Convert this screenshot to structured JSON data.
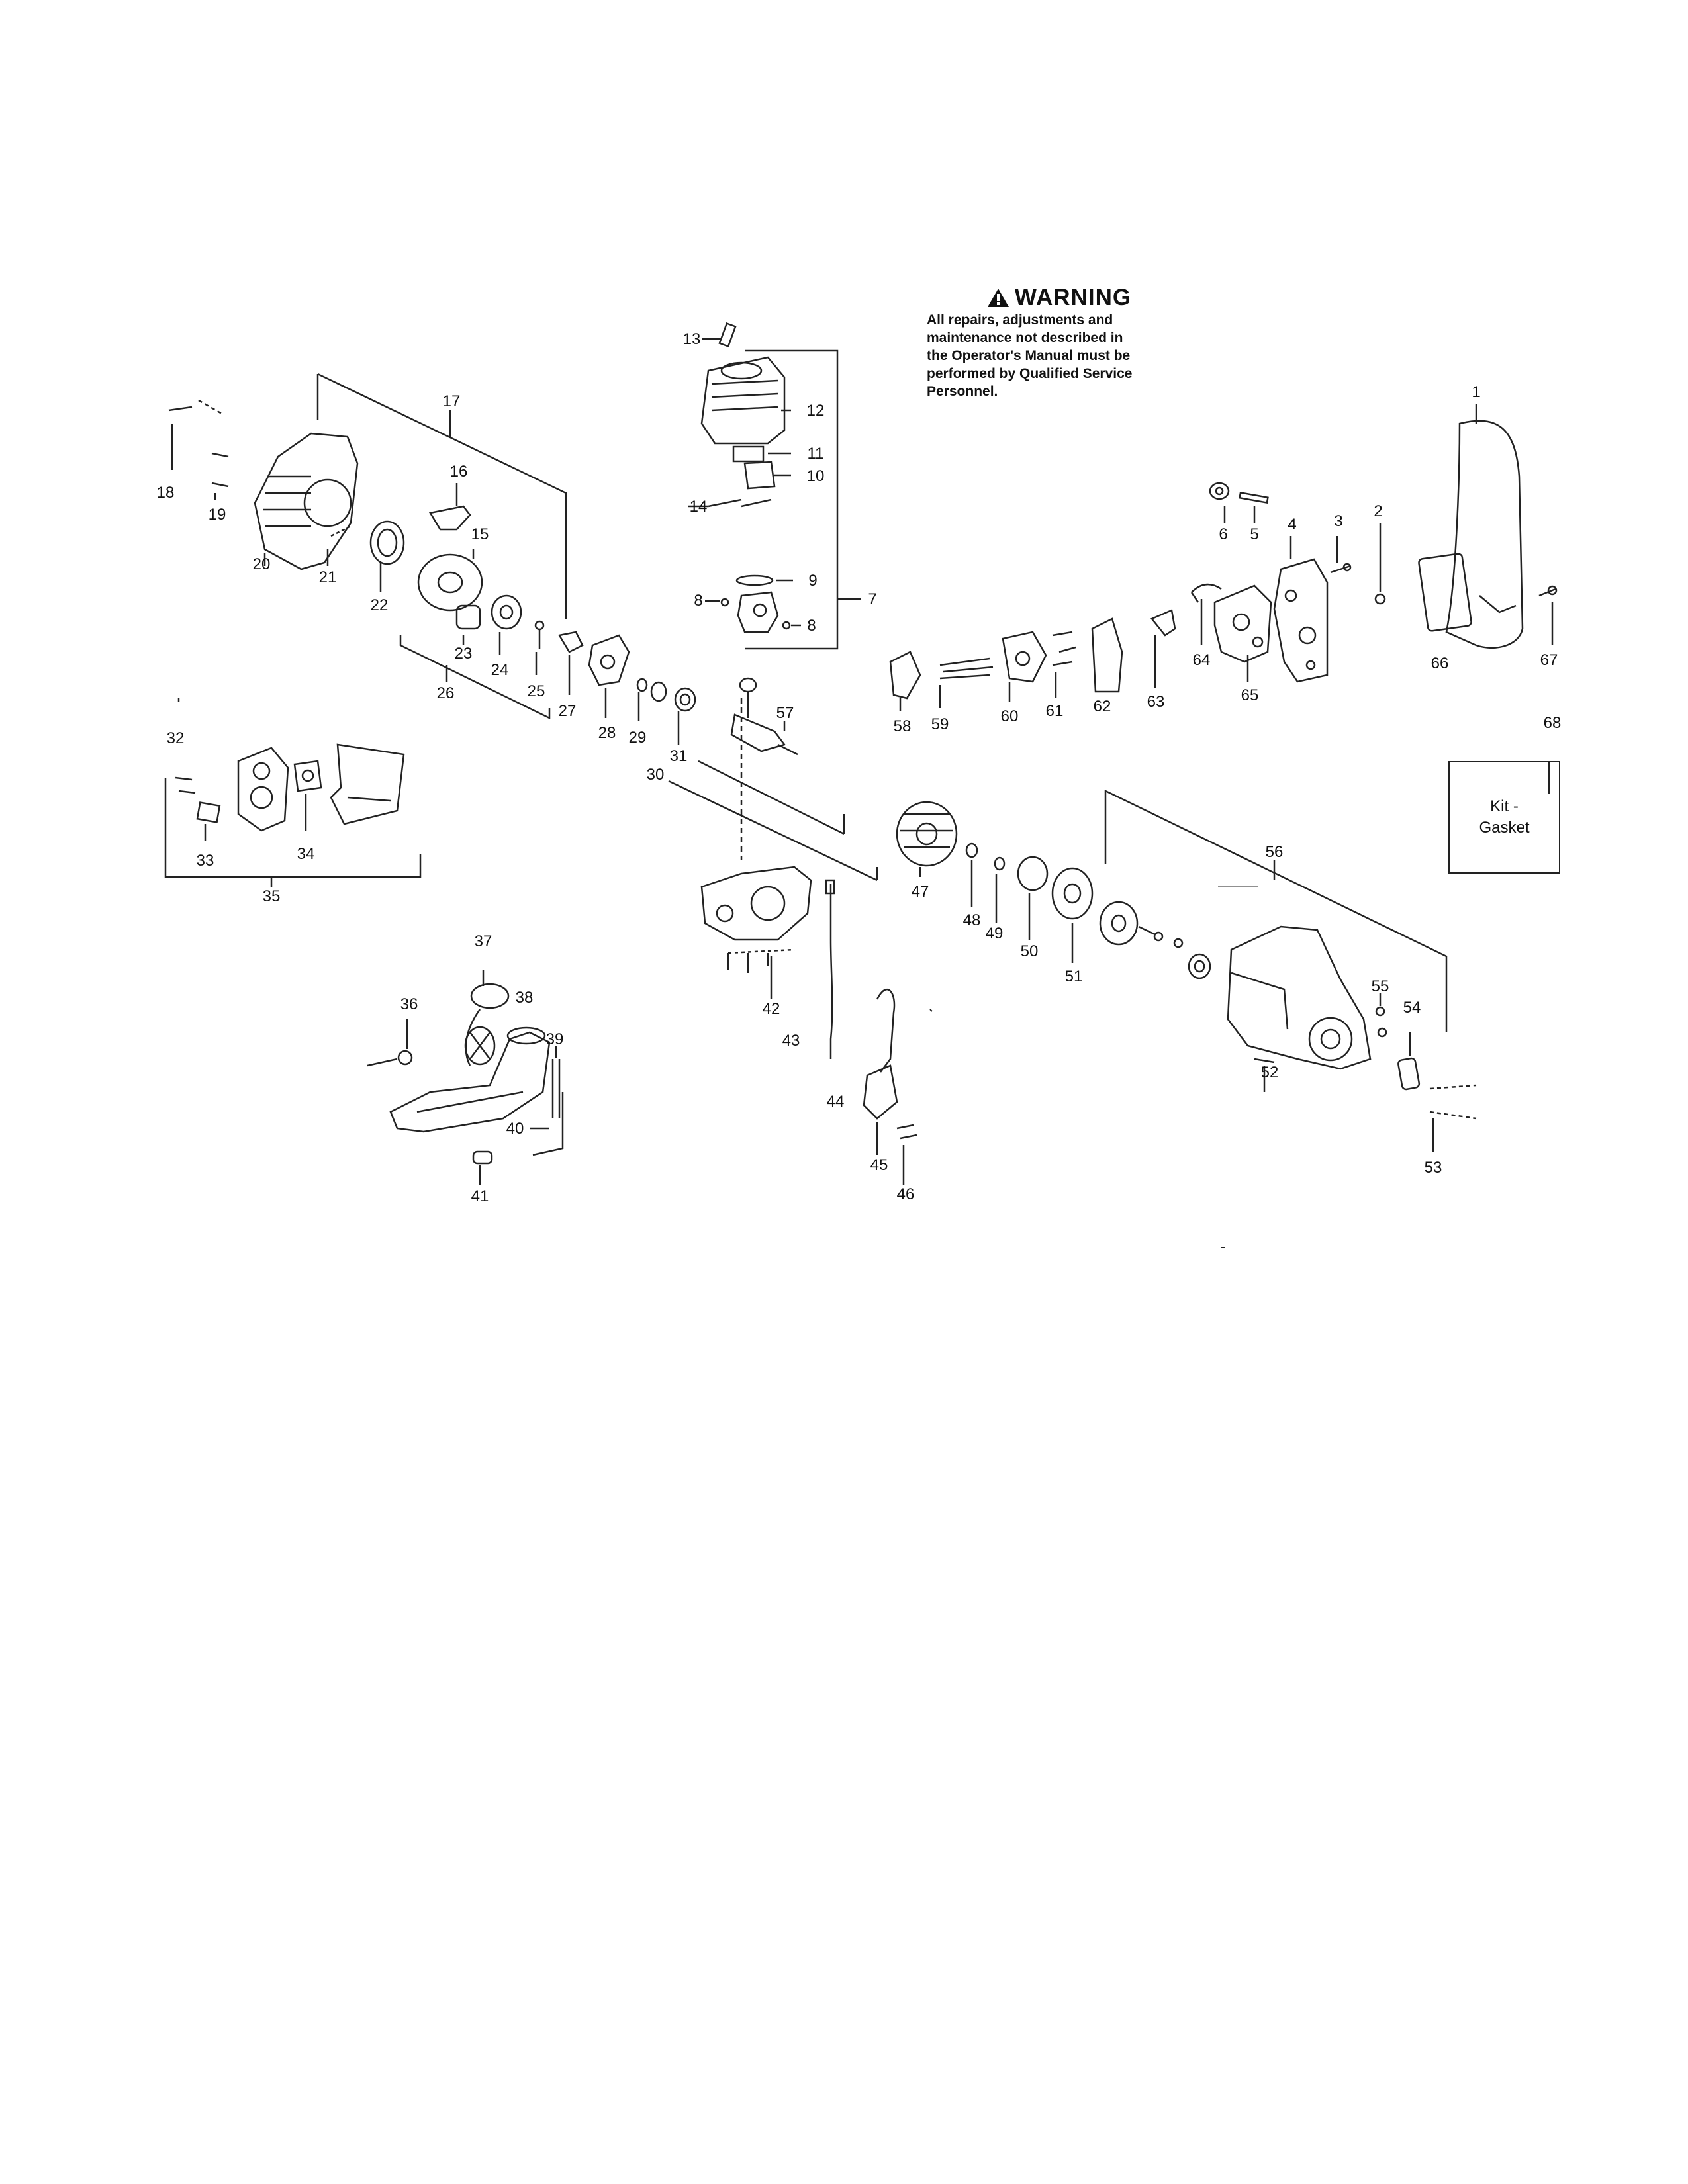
{
  "warning": {
    "title": "WARNING",
    "lines": [
      "All repairs, adjustments and",
      "maintenance not described in",
      "the Operator's Manual must be",
      "performed by Qualified Service",
      "Personnel."
    ]
  },
  "kit": {
    "line1": "Kit -",
    "line2": "Gasket"
  },
  "callouts": [
    "1",
    "2",
    "3",
    "4",
    "5",
    "6",
    "7",
    "8",
    "8",
    "9",
    "10",
    "11",
    "12",
    "13",
    "14",
    "15",
    "16",
    "17",
    "18",
    "19",
    "20",
    "21",
    "22",
    "23",
    "24",
    "25",
    "26",
    "27",
    "28",
    "29",
    "30",
    "31",
    "32",
    "33",
    "34",
    "35",
    "36",
    "37",
    "38",
    "39",
    "40",
    "41",
    "42",
    "43",
    "44",
    "45",
    "46",
    "47",
    "48",
    "49",
    "50",
    "51",
    "52",
    "53",
    "54",
    "55",
    "56",
    "57",
    "58",
    "59",
    "60",
    "61",
    "62",
    "63",
    "64",
    "65",
    "66",
    "67",
    "68"
  ]
}
